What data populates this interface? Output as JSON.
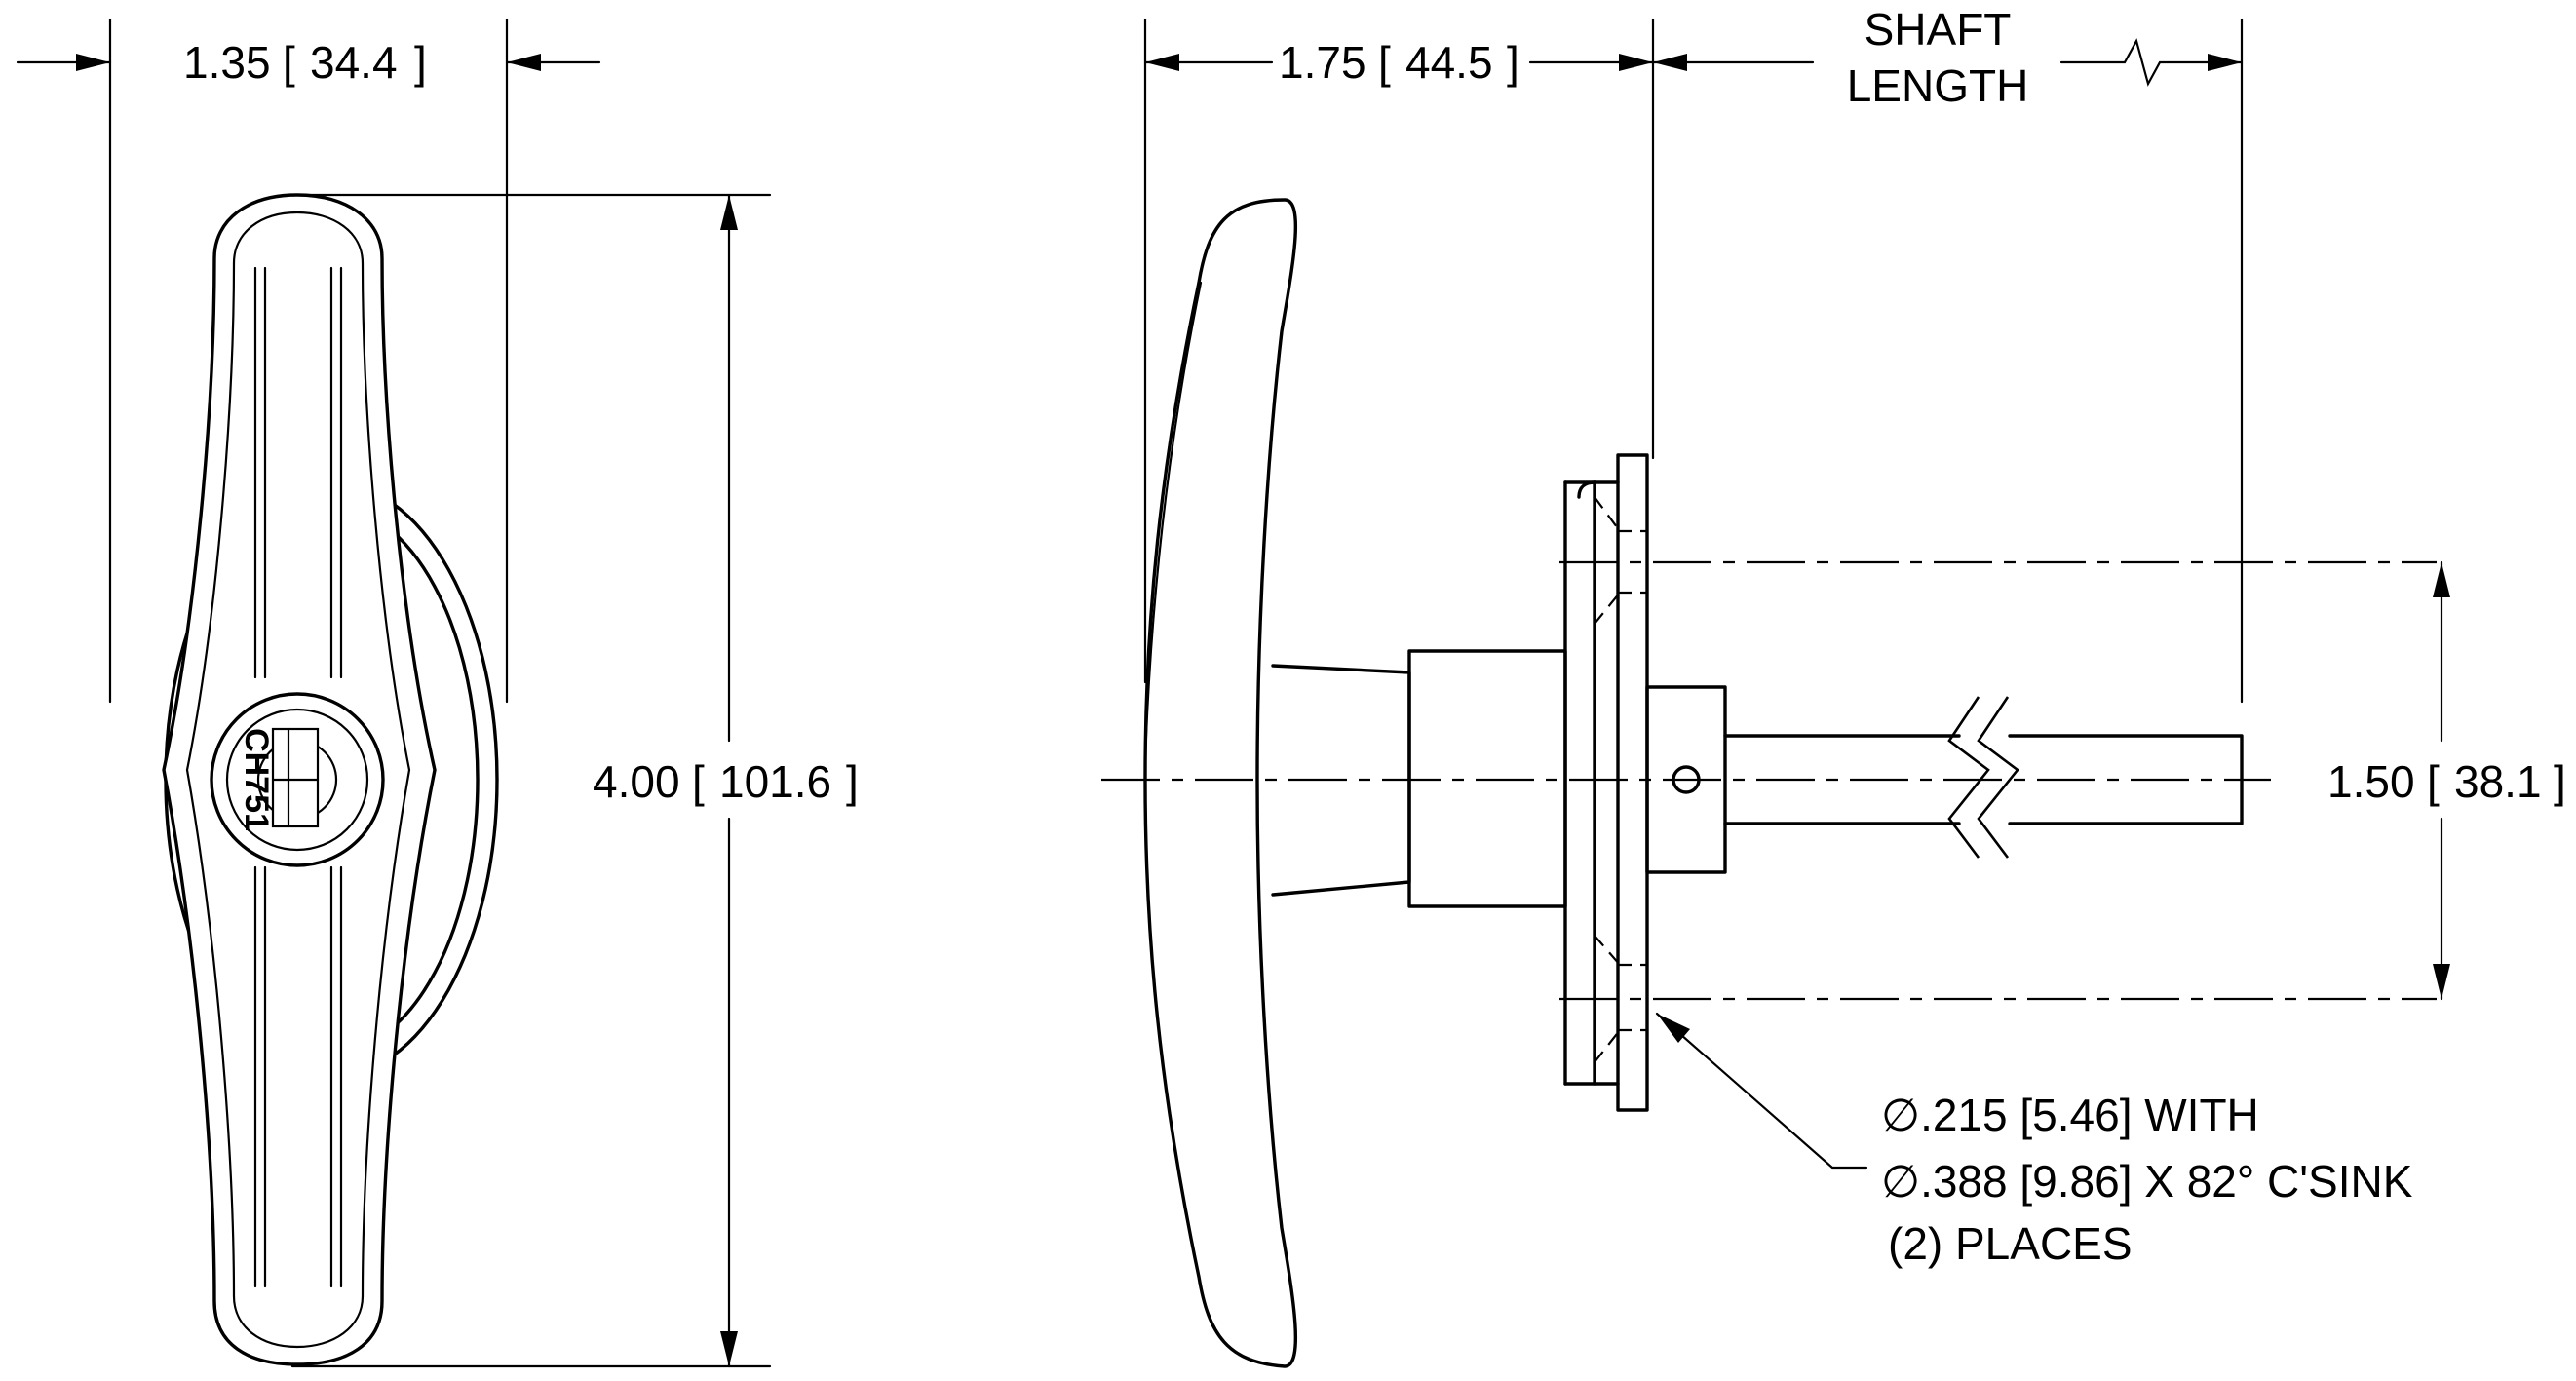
{
  "dimensions": {
    "handle_width": {
      "value": "1.35",
      "metric": "34.4"
    },
    "handle_height": {
      "value": "4.00",
      "metric": "101.6"
    },
    "side_depth": {
      "value": "1.75",
      "metric": "44.5"
    },
    "shaft_length": {
      "line1": "SHAFT",
      "line2": "LENGTH"
    },
    "hole_spacing": {
      "value": "1.50",
      "metric": "38.1"
    }
  },
  "callout": {
    "line1": "∅.215 [5.46] WITH",
    "line2": "∅.388 [9.86] X 82° C'SINK",
    "line3": "(2) PLACES"
  },
  "key_code": "CH751"
}
